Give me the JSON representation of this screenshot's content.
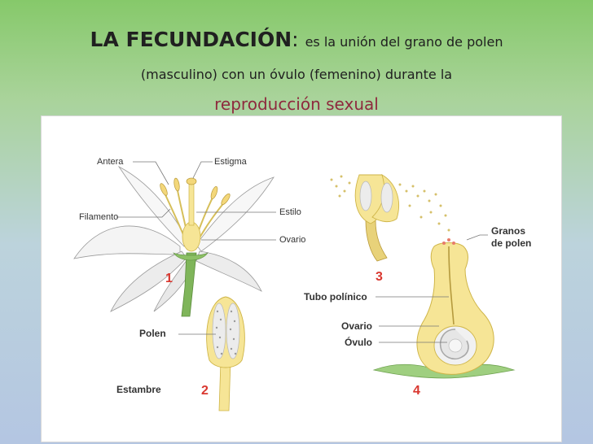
{
  "title": {
    "strong": "LA FECUNDACIÓN",
    "colon": ":",
    "rest1": "es la unión del grano de polen",
    "line2": "(masculino) con un óvulo (femenino) durante la",
    "line3": "reproducción sexual"
  },
  "diagram": {
    "flower": {
      "number": "1",
      "labels": {
        "antera": "Antera",
        "estigma": "Estigma",
        "filamento": "Filamento",
        "estilo": "Estilo",
        "ovario": "Ovario"
      }
    },
    "stamen": {
      "number": "2",
      "labels": {
        "polen": "Polen",
        "estambre": "Estambre"
      }
    },
    "anther_pollen": {
      "number": "3"
    },
    "pistil": {
      "number": "4",
      "labels": {
        "granos_line1": "Granos",
        "granos_line2": "de polen",
        "tubo": "Tubo polínico",
        "ovario": "Ovario",
        "ovulo": "Óvulo"
      }
    }
  },
  "colors": {
    "title_text": "#202020",
    "accent_text": "#8e2a3e",
    "number_red": "#d9372f",
    "yellow_fill": "#f6e596",
    "yellow_stroke": "#cfb548",
    "stem_green": "#7fb55a"
  }
}
